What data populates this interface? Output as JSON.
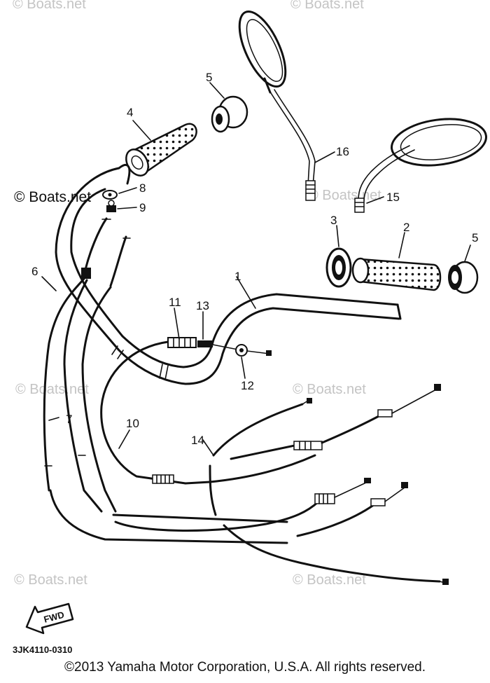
{
  "diagram": {
    "part_callouts": [
      {
        "id": "1",
        "label": "1"
      },
      {
        "id": "2",
        "label": "2"
      },
      {
        "id": "3",
        "label": "3"
      },
      {
        "id": "4",
        "label": "4"
      },
      {
        "id": "5a",
        "label": "5"
      },
      {
        "id": "5b",
        "label": "5"
      },
      {
        "id": "6",
        "label": "6"
      },
      {
        "id": "7",
        "label": "7"
      },
      {
        "id": "8",
        "label": "8"
      },
      {
        "id": "9",
        "label": "9"
      },
      {
        "id": "10",
        "label": "10"
      },
      {
        "id": "11",
        "label": "11"
      },
      {
        "id": "12",
        "label": "12"
      },
      {
        "id": "13",
        "label": "13"
      },
      {
        "id": "14",
        "label": "14"
      },
      {
        "id": "15",
        "label": "15"
      },
      {
        "id": "16",
        "label": "16"
      }
    ],
    "watermark_text": "© Boats.net",
    "watermark_dark_text": "© Boats.net",
    "fwd_label": "FWD",
    "part_code": "3JK4110-0310",
    "copyright": "©2013 Yamaha Motor Corporation, U.S.A. All rights reserved."
  },
  "colors": {
    "line": "#111111",
    "watermark": "#c4c4c4",
    "background": "#ffffff"
  }
}
